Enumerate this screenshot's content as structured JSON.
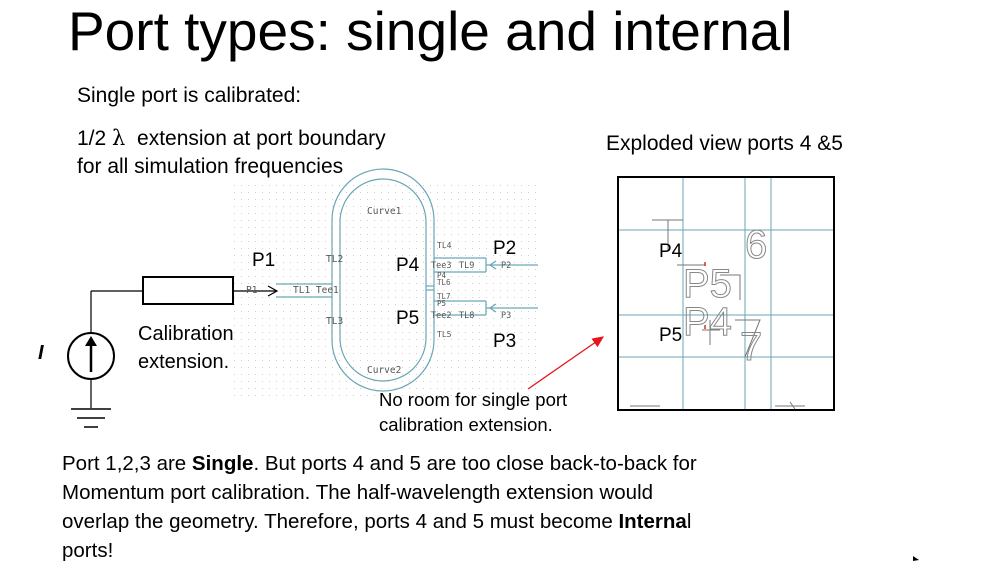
{
  "slide": {
    "title": "Port types: single and internal",
    "subtitle": "Single port is calibrated:",
    "extension_line1_prefix": "1/2 ",
    "lambda": "λ",
    "extension_line1_suffix": "  extension at port boundary",
    "extension_line2": "for all simulation frequencies",
    "exploded_title": "Exploded view ports 4 &5"
  },
  "schematic": {
    "port_labels": {
      "p1": "P1",
      "p2": "P2",
      "p3": "P3",
      "p4": "P4",
      "p5": "P5"
    },
    "curve1": "Curve1",
    "curve2": "Curve2",
    "tl1_tee1": "TL1 Tee1",
    "p1_small": "P1",
    "tl2": "TL2",
    "tl3": "TL3",
    "tl4": "TL4",
    "tl5": "TL5",
    "tee3": "Tee3",
    "tl9": "TL9",
    "p2_small": "P2",
    "p3_small": "P3",
    "tee2": "Tee2",
    "tl8": "TL8",
    "p4_small": "P4",
    "p5_small": "P5",
    "tl6": "TL6",
    "tl7": "TL7",
    "current_source": "I",
    "calibration_line1": "Calibration",
    "calibration_line2": "extension.",
    "no_room_line1": "No room for single port",
    "no_room_line2": "calibration extension."
  },
  "exploded_view": {
    "p4": "P4",
    "p5": "P5",
    "six": "6",
    "seven": "7",
    "big_p5": "P5",
    "big_p4": "P4"
  },
  "bottom_text": {
    "part1": "Port 1,2,3 are ",
    "single": "Single",
    "part2": ". But ports 4 and 5 are too close back-to-back for Momentum port calibration. The half-wavelength extension would overlap the geometry. Therefore, ports 4 and 5 must become ",
    "internal": "Interna",
    "part3": "l ports!"
  },
  "colors": {
    "circuit_line": "#6aa6b6",
    "arrow": "#e8141c",
    "grid_dot": "#cfcfcf"
  }
}
